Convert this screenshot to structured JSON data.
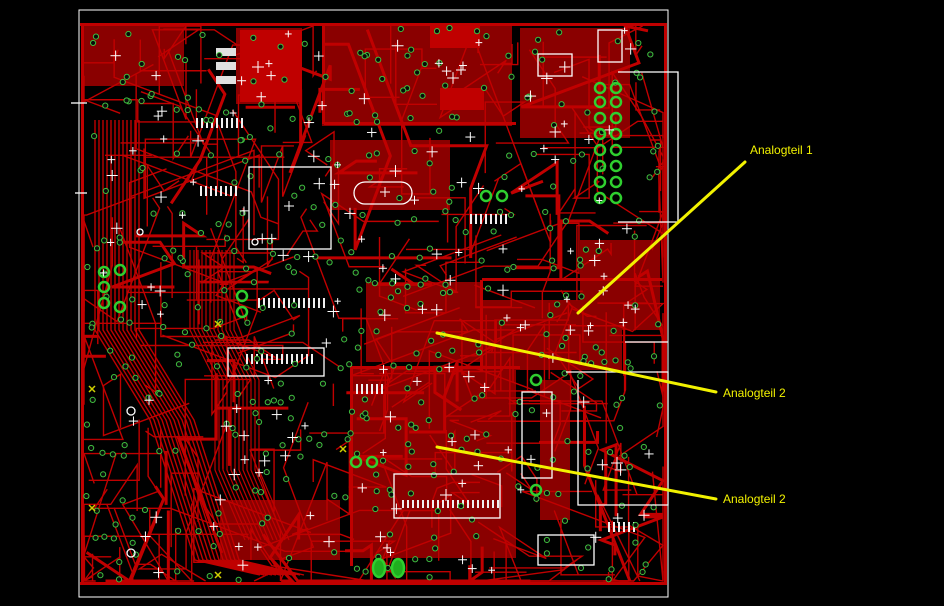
{
  "colors": {
    "background": "#000000",
    "copper": "#c00000",
    "copper_dark": "#8a0000",
    "outline": "#ffffff",
    "via_ring": "#3fbf3f",
    "callout": "#f2f200"
  },
  "annotations": [
    {
      "id": "a1",
      "label": "Analogteil 1"
    },
    {
      "id": "a2",
      "label": "Analogteil 2"
    },
    {
      "id": "a3",
      "label": "Analogteil 2"
    }
  ]
}
